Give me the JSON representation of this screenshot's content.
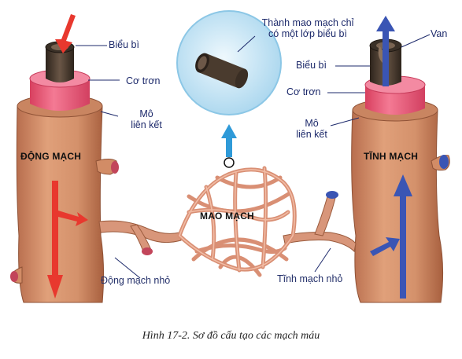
{
  "labels": {
    "epidermis_left": "Biểu bì",
    "smooth_muscle_left": "Cơ trơn",
    "connective_left_1": "Mô",
    "connective_left_2": "liên kết",
    "artery": "ĐỘNG MẠCH",
    "capillary_note_1": "Thành mao mạch chỉ",
    "capillary_note_2": "có một lớp biểu bì",
    "valve": "Van",
    "epidermis_right": "Biểu bì",
    "smooth_muscle_right": "Cơ trơn",
    "connective_right_1": "Mô",
    "connective_right_2": "liên kết",
    "vein": "TĨNH MẠCH",
    "capillaries": "MAO MẠCH",
    "arteriole": "Động mạch nhỏ",
    "venule": "Tĩnh mạch nhỏ"
  },
  "caption": "Hình 17-2. Sơ đồ cấu tạo các mạch máu",
  "colors": {
    "tissue": "#d7966f",
    "smooth_muscle": "#ee5a7b",
    "epidermis": "#4a3a2c",
    "artery_flow": "#e8382e",
    "vein_flow": "#3a55b4",
    "magnifier_bg": "#cfeaf7",
    "pointer_arrow": "#2f9ad8"
  }
}
